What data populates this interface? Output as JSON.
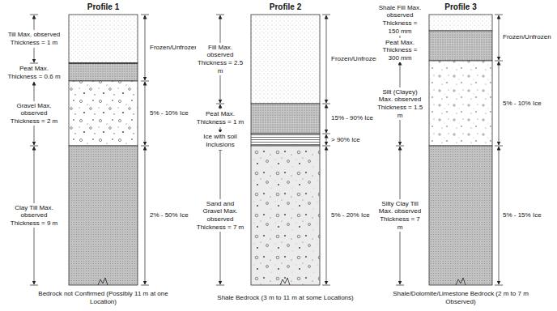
{
  "diagram": {
    "labels": [
      "Profile 1",
      "Profile 2",
      "Profile 3",
      "Till Max. observed Thickness = 1 m",
      "Frozen/Unfrozen",
      "Peat Max. Thickness = 0.6 m",
      "Gravel Max. observed Thickness = 2 m",
      "5% - 10% Ice",
      "Clay Till Max. observed Thickness = 9 m",
      "2% - 50% Ice",
      "Bedrock not Confirmed (Possibly 11 m at one Location)",
      "Fill Max. observed Thickness = 2.5 m",
      "Frozen/Unfrozen",
      "Peat Max. Thickness = 1 m",
      "15% - 90% Ice",
      "Ice with soil Inclusions",
      "> 90% Ice",
      "Sand and Gravel Max. observed Thickness = 7 m",
      "5% - 20% Ice",
      "Shale Bedrock (3 m to 11 m at some Locations)",
      "Shale Fill Max. observed Thickness = 150 mm",
      "Frozen/Unfrozen",
      "Peat Max. Thickness = 300 mm",
      "Silt (Clayey) Max. observed Thickness = 1.5 m",
      "5% - 10% Ice",
      "Silty Clay Till Max. observed Thickness = 7 m",
      "5% - 15% Ice",
      "Shale/Dolomite/Limestone Bedrock (2 m to 7 m Observed)"
    ]
  }
}
